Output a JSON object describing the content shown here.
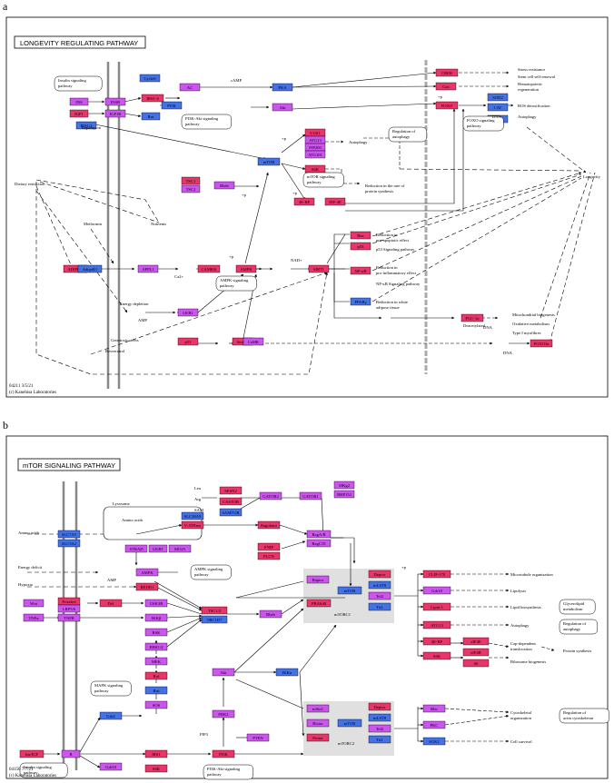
{
  "panel_a": {
    "letter": "a",
    "title": "LONGEVITY REGULATING PATHWAY",
    "footer": [
      "04211 3/5/21",
      "(c) Kanehisa Laboratories"
    ],
    "nodes": [
      {
        "id": "cycle",
        "t": "Cycle6",
        "c": "#4472e4"
      },
      {
        "id": "ins",
        "t": "INS",
        "c": "#cc55ee"
      },
      {
        "id": "igf1",
        "t": "IGF1",
        "c": "#e8366a"
      },
      {
        "id": "insr",
        "t": "INSR",
        "c": "#cc55ee"
      },
      {
        "id": "igf1r",
        "t": "IGF1R",
        "c": "#cc55ee"
      },
      {
        "id": "irs",
        "t": "IRS1-4",
        "c": "#e8366a"
      },
      {
        "id": "pi3k",
        "t": "PI3K",
        "c": "#4472e4"
      },
      {
        "id": "ras",
        "t": "Ras",
        "c": "#4472e4"
      },
      {
        "id": "ac",
        "t": "AC",
        "c": "#cc55ee"
      },
      {
        "id": "pka",
        "t": "PKA",
        "c": "#4472e4"
      },
      {
        "id": "akt",
        "t": "Akt",
        "c": "#cc55ee"
      },
      {
        "id": "creb",
        "t": "CREB",
        "c": "#e8366a"
      },
      {
        "id": "gna",
        "t": "Gαs",
        "c": "#e8366a"
      },
      {
        "id": "foxo",
        "t": "FOXO",
        "c": "#e8366a"
      },
      {
        "id": "sod2",
        "t": "SOD2",
        "c": "#4472e4"
      },
      {
        "id": "cat",
        "t": "CAT",
        "c": "#4472e4"
      },
      {
        "id": "atg5",
        "t": "ATG5",
        "c": "#4472e4"
      },
      {
        "id": "irs_s",
        "t": "IRS1/2",
        "c": "#4472e4"
      },
      {
        "id": "ulk1",
        "t": "ULK1",
        "c": "#e8366a"
      },
      {
        "id": "atg13",
        "t": "ATG13",
        "c": "#cc55ee"
      },
      {
        "id": "fip200",
        "t": "FIP200",
        "c": "#cc55ee"
      },
      {
        "id": "atg101",
        "t": "ATG101",
        "c": "#cc55ee"
      },
      {
        "id": "tsc1",
        "t": "TSC1",
        "c": "#e8366a"
      },
      {
        "id": "tsc2",
        "t": "TSC2",
        "c": "#cc55ee"
      },
      {
        "id": "rheb",
        "t": "Rheb",
        "c": "#cc55ee"
      },
      {
        "id": "mtor",
        "t": "mTOR",
        "c": "#4472e4"
      },
      {
        "id": "s6k",
        "t": "S6K",
        "c": "#e8366a"
      },
      {
        "id": "ebp",
        "t": "4E-BP",
        "c": "#e8366a"
      },
      {
        "id": "eif4e",
        "t": "EIF-4E",
        "c": "#e8366a"
      },
      {
        "id": "bax",
        "t": "Bax",
        "c": "#e8366a"
      },
      {
        "id": "p53b",
        "t": "p53",
        "c": "#e8366a"
      },
      {
        "id": "nfkb",
        "t": "NF-κB",
        "c": "#e8366a"
      },
      {
        "id": "pparg",
        "t": "PPARγ",
        "c": "#4472e4"
      },
      {
        "id": "adipoq",
        "t": "ADIPOQ",
        "c": "#e8366a"
      },
      {
        "id": "adipor",
        "t": "AdipoR1",
        "c": "#4472e4"
      },
      {
        "id": "appl1",
        "t": "APPL1",
        "c": "#cc55ee"
      },
      {
        "id": "camkk",
        "t": "CAMKK",
        "c": "#e8366a"
      },
      {
        "id": "ampk",
        "t": "AMPK",
        "c": "#e8366a"
      },
      {
        "id": "sirt1",
        "t": "SIRT1",
        "c": "#e8366a"
      },
      {
        "id": "lkb1",
        "t": "LKB1",
        "c": "#cc55ee"
      },
      {
        "id": "p53",
        "t": "p53",
        "c": "#e8366a"
      },
      {
        "id": "sestrin",
        "t": "Sestrin",
        "c": "#e8366a"
      },
      {
        "id": "camk",
        "t": "CaMK",
        "c": "#cc55ee"
      },
      {
        "id": "pgc1a",
        "t": "PGC-1α",
        "c": "#e8366a"
      },
      {
        "id": "foxo3a",
        "t": "FOXO3a",
        "c": "#e8366a"
      }
    ],
    "labels": {
      "insulin_pw": "Insulin signaling pathway",
      "camp": "cAMP",
      "pip3": "PIP3",
      "pi3k_pw": "PI3K-Akt signaling pathway",
      "rapamycin": "Rapamycin",
      "dietary": "Dietary restriction",
      "metformin": "Metformin",
      "nutrients": "Nutrients",
      "ca2": "Ca2+",
      "nad": "NAD+",
      "energy": "Energy depletion",
      "amp": "AMP",
      "genotoxic": "Genotoxic stress",
      "resveratrol": "Resveratrol",
      "ampk_pw": "AMPK signaling pathway",
      "mtor_pw": "mTOR signaling pathway",
      "autophagy_reg": "Regulation of autophagy",
      "autophagy": "Autophagy",
      "protein": "Reduction in the rate of protein synthesis",
      "stress": "Stress resistance",
      "stemcell": "Stem cell self-renewal",
      "hematopoietic": "Hematopoietic regeneration",
      "ros": "ROS detoxification",
      "foxo_pw": "FOXO signaling pathway",
      "autophagy2": "Autophagy",
      "longevity": "Longevity",
      "dna": "DNA",
      "apoptotic": "Reduction in pro-apoptotic effect",
      "p53_pw": "p53 Signaling pathway",
      "inflam": "Reduction in pro-inflammatory effect",
      "nfkb_pw": "NF-κB Signaling pathway",
      "adipose": "Reduction in white adipose tissue",
      "mito": "Mitochondrial biogenesis",
      "oxid": "Oxidative metabolism",
      "type1": "Type I myofibres",
      "deacet": "Deacetylated",
      "dna2": "DNA",
      "dna3": "DNA",
      "p1": "+p",
      "p2": "+p",
      "p3": "+p",
      "p4": "+p",
      "p5": "+p"
    }
  },
  "panel_b": {
    "letter": "b",
    "title": "mTOR SIGNALING PATHWAY",
    "footer": [
      "04150 7/7/21",
      "(c) Kanehisa Laboratories"
    ],
    "nodes": [
      {
        "id": "sesn2",
        "t": "SESN2",
        "c": "#e8366a"
      },
      {
        "id": "castor",
        "t": "CASTOR",
        "c": "#e8366a"
      },
      {
        "id": "samtor",
        "t": "SAMTOR",
        "c": "#4472e4"
      },
      {
        "id": "gator2",
        "t": "GATOR2",
        "c": "#cc55ee"
      },
      {
        "id": "gator1",
        "t": "GATOR1",
        "c": "#cc55ee"
      },
      {
        "id": "sik2",
        "t": "SIKg2",
        "c": "#cc55ee"
      },
      {
        "id": "rrp",
        "t": "RHP152",
        "c": "#cc55ee"
      },
      {
        "id": "slc38",
        "t": "SLC38A9",
        "c": "#4472e4"
      },
      {
        "id": "vatp",
        "t": "V-ATPase",
        "c": "#e8366a"
      },
      {
        "id": "ragulator",
        "t": "Ragulator",
        "c": "#e8366a"
      },
      {
        "id": "ragab",
        "t": "RagA/B",
        "c": "#cc55ee"
      },
      {
        "id": "ragcd",
        "t": "RagC/D",
        "c": "#cc55ee"
      },
      {
        "id": "fnip",
        "t": "FNIP",
        "c": "#e8366a"
      },
      {
        "id": "flcn",
        "t": "FLCN",
        "c": "#e8366a"
      },
      {
        "id": "slc7a5",
        "t": "SLC7A5",
        "c": "#4472e4"
      },
      {
        "id": "slc3a2",
        "t": "SLC3A2",
        "c": "#4472e4"
      },
      {
        "id": "strad",
        "t": "STRAD",
        "c": "#cc55ee"
      },
      {
        "id": "lkb1b",
        "t": "LKB1",
        "c": "#cc55ee"
      },
      {
        "id": "mo25",
        "t": "MO25",
        "c": "#cc55ee"
      },
      {
        "id": "ampkb",
        "t": "AMPK",
        "c": "#cc55ee"
      },
      {
        "id": "redd1",
        "t": "REDD1",
        "c": "#e8366a"
      },
      {
        "id": "wnt",
        "t": "Wnt",
        "c": "#cc55ee"
      },
      {
        "id": "frizzled",
        "t": "Frizzled",
        "c": "#e8366a"
      },
      {
        "id": "lrp",
        "t": "LRP5/6",
        "c": "#cc55ee"
      },
      {
        "id": "dvl",
        "t": "Dvl",
        "c": "#e8366a"
      },
      {
        "id": "gsk3b",
        "t": "GSK3B",
        "c": "#cc55ee"
      },
      {
        "id": "tnfa",
        "t": "TNFα",
        "c": "#cc55ee"
      },
      {
        "id": "tnfr",
        "t": "TNFR",
        "c": "#cc55ee"
      },
      {
        "id": "ikkb",
        "t": "IKKβ",
        "c": "#cc55ee"
      },
      {
        "id": "rsk",
        "t": "RSK",
        "c": "#cc55ee"
      },
      {
        "id": "erk",
        "t": "ERK1/2",
        "c": "#cc55ee"
      },
      {
        "id": "mek",
        "t": "MEK",
        "c": "#cc55ee"
      },
      {
        "id": "raf",
        "t": "Raf",
        "c": "#e8366a"
      },
      {
        "id": "rasb",
        "t": "Ras",
        "c": "#4472e4"
      },
      {
        "id": "sos",
        "t": "SOS",
        "c": "#cc55ee"
      },
      {
        "id": "grb2",
        "t": "Grb2",
        "c": "#4472e4"
      },
      {
        "id": "insigf",
        "t": "Ins/IGF",
        "c": "#e8366a"
      },
      {
        "id": "r",
        "t": "R",
        "c": "#cc55ee"
      },
      {
        "id": "irs1",
        "t": "IRS1",
        "c": "#e8366a"
      },
      {
        "id": "s6kb2",
        "t": "S6K",
        "c": "#e8366a"
      },
      {
        "id": "grb10",
        "t": "Grb10",
        "c": "#cc55ee"
      },
      {
        "id": "tsc12",
        "t": "TSC1/2",
        "c": "#e8366a"
      },
      {
        "id": "tbc1d7",
        "t": "TBC1D7",
        "c": "#4472e4"
      },
      {
        "id": "rhebb",
        "t": "Rheb",
        "c": "#cc55ee"
      },
      {
        "id": "aktb",
        "t": "Akt",
        "c": "#cc55ee"
      },
      {
        "id": "pdk1",
        "t": "PDK1",
        "c": "#cc55ee"
      },
      {
        "id": "pten",
        "t": "PTEN",
        "c": "#cc55ee"
      },
      {
        "id": "pi3kb",
        "t": "PI3K",
        "c": "#e8366a"
      },
      {
        "id": "ikka",
        "t": "IKKα",
        "c": "#4472e4"
      },
      {
        "id": "raptor",
        "t": "Raptor",
        "c": "#cc55ee"
      },
      {
        "id": "pras40",
        "t": "PRAS40",
        "c": "#e8366a"
      },
      {
        "id": "mtor1",
        "t": "mTOR",
        "c": "#4472e4"
      },
      {
        "id": "deptor1",
        "t": "Deptor",
        "c": "#e8366a"
      },
      {
        "id": "mlst8a",
        "t": "mLST8",
        "c": "#4472e4"
      },
      {
        "id": "tel2a",
        "t": "Tel2",
        "c": "#cc55ee"
      },
      {
        "id": "tti1a",
        "t": "Tti1",
        "c": "#4472e4"
      },
      {
        "id": "msin1",
        "t": "mSin1",
        "c": "#cc55ee"
      },
      {
        "id": "rictor",
        "t": "Rictor",
        "c": "#cc55ee"
      },
      {
        "id": "protor",
        "t": "Protor",
        "c": "#e8366a"
      },
      {
        "id": "mtor2",
        "t": "mTOR",
        "c": "#4472e4"
      },
      {
        "id": "deptor2",
        "t": "Deptor",
        "c": "#e8366a"
      },
      {
        "id": "mlst8b",
        "t": "mLST8",
        "c": "#4472e4"
      },
      {
        "id": "tel2b",
        "t": "Tel2",
        "c": "#cc55ee"
      },
      {
        "id": "tti1b",
        "t": "Tti1",
        "c": "#4472e4"
      },
      {
        "id": "clip170",
        "t": "CLIP-170",
        "c": "#e8366a"
      },
      {
        "id": "grb10b",
        "t": "Grb10",
        "c": "#cc55ee"
      },
      {
        "id": "lipin1",
        "t": "Lipin-1",
        "c": "#e8366a"
      },
      {
        "id": "atg13b",
        "t": "ATG13",
        "c": "#e8366a"
      },
      {
        "id": "ebpb",
        "t": "4E-BP",
        "c": "#e8366a"
      },
      {
        "id": "eif4eb",
        "t": "eIF4E",
        "c": "#e8366a"
      },
      {
        "id": "s6kb",
        "t": "S6K",
        "c": "#e8366a"
      },
      {
        "id": "eif4b",
        "t": "eIF4B",
        "c": "#e8366a"
      },
      {
        "id": "s6",
        "t": "S6",
        "c": "#e8366a"
      },
      {
        "id": "rho",
        "t": "Rho",
        "c": "#cc55ee"
      },
      {
        "id": "pkc",
        "t": "PKC",
        "c": "#cc55ee"
      },
      {
        "id": "sgk1",
        "t": "SGK1",
        "c": "#4472e4"
      }
    ],
    "labels": {
      "leu": "Leu",
      "arg": "Arg",
      "sam": "SAM",
      "lysosome": "Lysosome",
      "amino": "Amino acids",
      "amino2": "Amino acids",
      "energy": "Energy deficit",
      "amp": "AMP",
      "hypoxia": "Hypoxia",
      "ampk_pw": "AMPK signaling pathway",
      "mapk_pw": "MAPK signaling pathway",
      "insulin_pw": "Insulin signaling pathway",
      "pi3k_pw": "PI3K-Akt signaling pathway",
      "pip3": "PIP3",
      "mtorc1": "mTORC1",
      "mtorc2": "mTORC2",
      "microtubule": "Microtubule organization",
      "lipolysis": "Lipolysis",
      "lipid": "Lipid biosynthesis",
      "glycero": "Glycerolipid metabolism",
      "autophagy": "Autophagy",
      "reg_auto": "Regulation of autophagy",
      "capdep": "Cap-dependent translocation",
      "ribosome": "Ribosome biogenesis",
      "protein": "Protein synthesis",
      "cyto": "Cytoskeletal organization",
      "reg_actin": "Regulation of actin cytoskeleton",
      "cell": "Cell survival",
      "p": "+p"
    }
  }
}
